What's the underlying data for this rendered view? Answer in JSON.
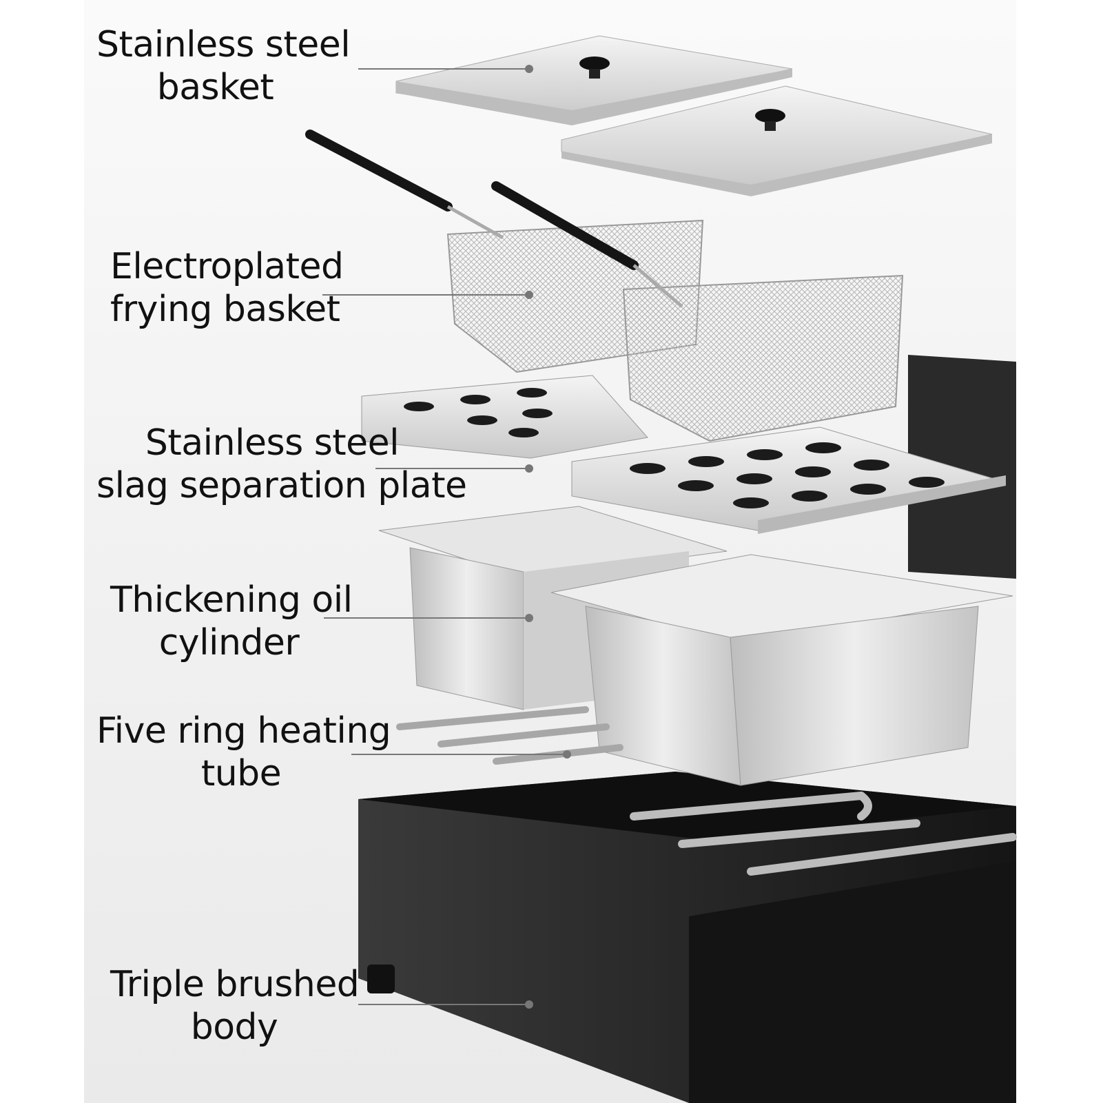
{
  "labels": [
    {
      "line1": "Stainless steel",
      "line2": "basket"
    },
    {
      "line1": "Electroplated",
      "line2": "frying basket"
    },
    {
      "line1": "Stainless steel",
      "line2": "slag separation plate"
    },
    {
      "line1": "Thickening oil",
      "line2": "cylinder"
    },
    {
      "line1": "Five ring heating",
      "line2": "tube"
    },
    {
      "line1": "Triple brushed",
      "line2": "body"
    }
  ],
  "colors": {
    "steel": "#d9d9d9",
    "steel_dark": "#a9a9a9",
    "body_black": "#1f1f1f",
    "handle_black": "#151515",
    "leader_line": "#777777"
  }
}
